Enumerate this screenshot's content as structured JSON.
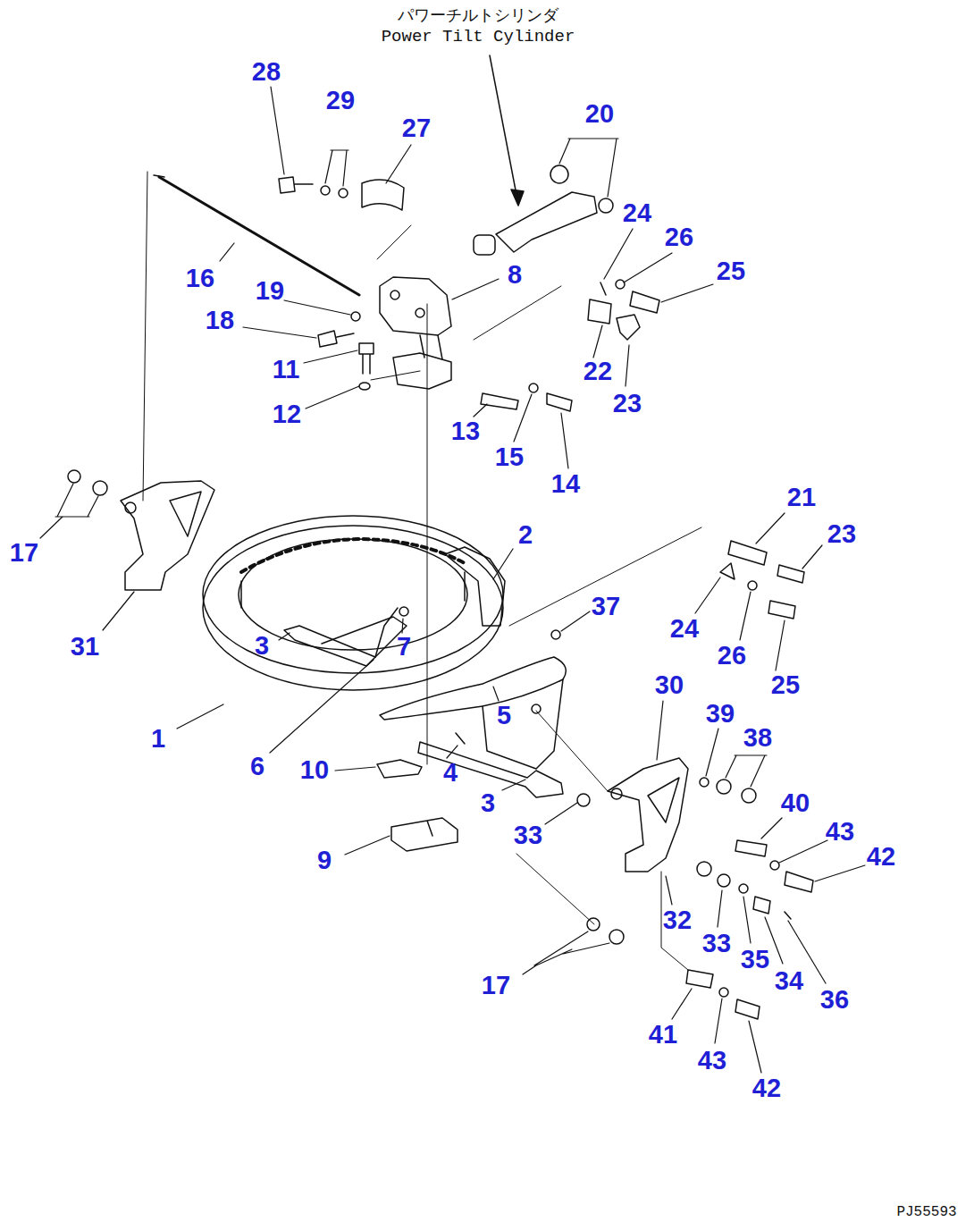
{
  "diagram": {
    "labels": [
      "パワーチルトシリンダ",
      "Power Tilt Cylinder",
      "28",
      "29",
      "27",
      "20",
      "24",
      "26",
      "25",
      "16",
      "19",
      "8",
      "18",
      "11",
      "22",
      "23",
      "12",
      "13",
      "15",
      "14",
      "21",
      "23",
      "2",
      "17",
      "37",
      "24",
      "26",
      "25",
      "31",
      "3",
      "7",
      "30",
      "39",
      "38",
      "5",
      "1",
      "6",
      "10",
      "4",
      "40",
      "3",
      "43",
      "33",
      "42",
      "9",
      "32",
      "33",
      "35",
      "34",
      "36",
      "17",
      "41",
      "43",
      "42",
      "PJ55593"
    ]
  }
}
